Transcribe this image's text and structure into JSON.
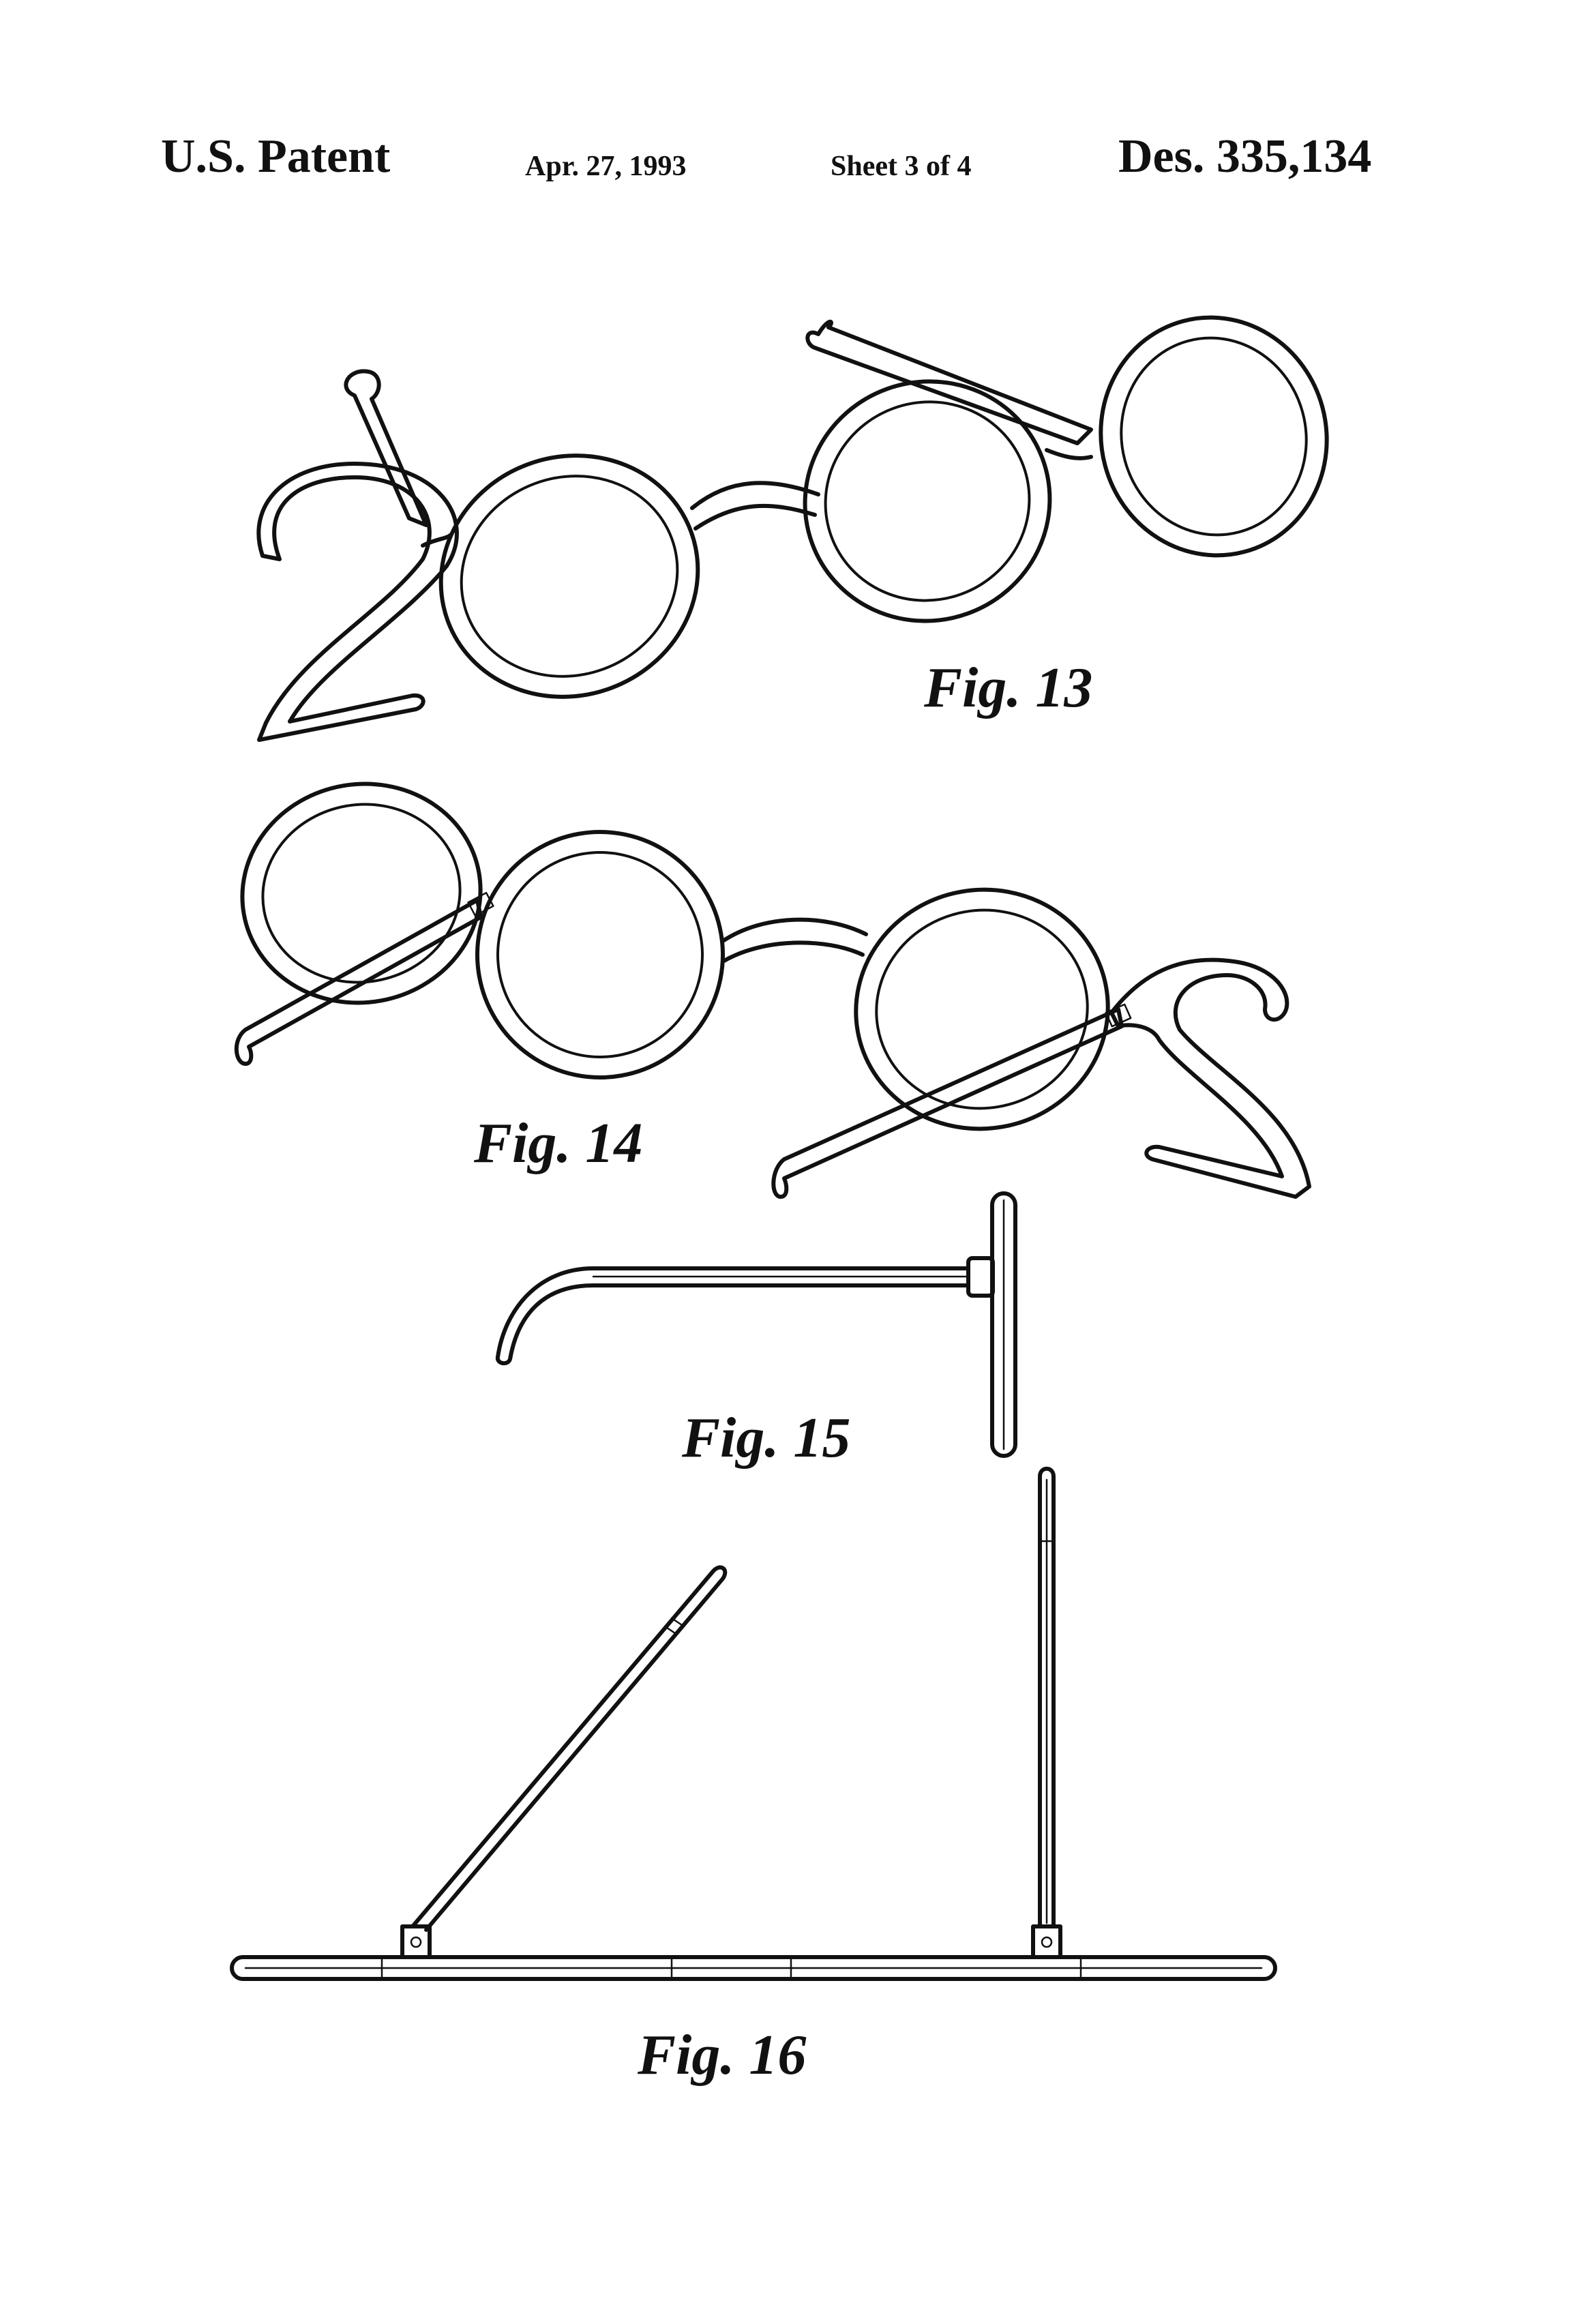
{
  "header": {
    "left": "U.S. Patent",
    "date": "Apr. 27, 1993",
    "sheet": "Sheet 3 of 4",
    "number": "Des. 335,134"
  },
  "figures": {
    "fig13": "Fig. 13",
    "fig14": "Fig. 14",
    "fig15": "Fig. 15",
    "fig16": "Fig. 16"
  }
}
